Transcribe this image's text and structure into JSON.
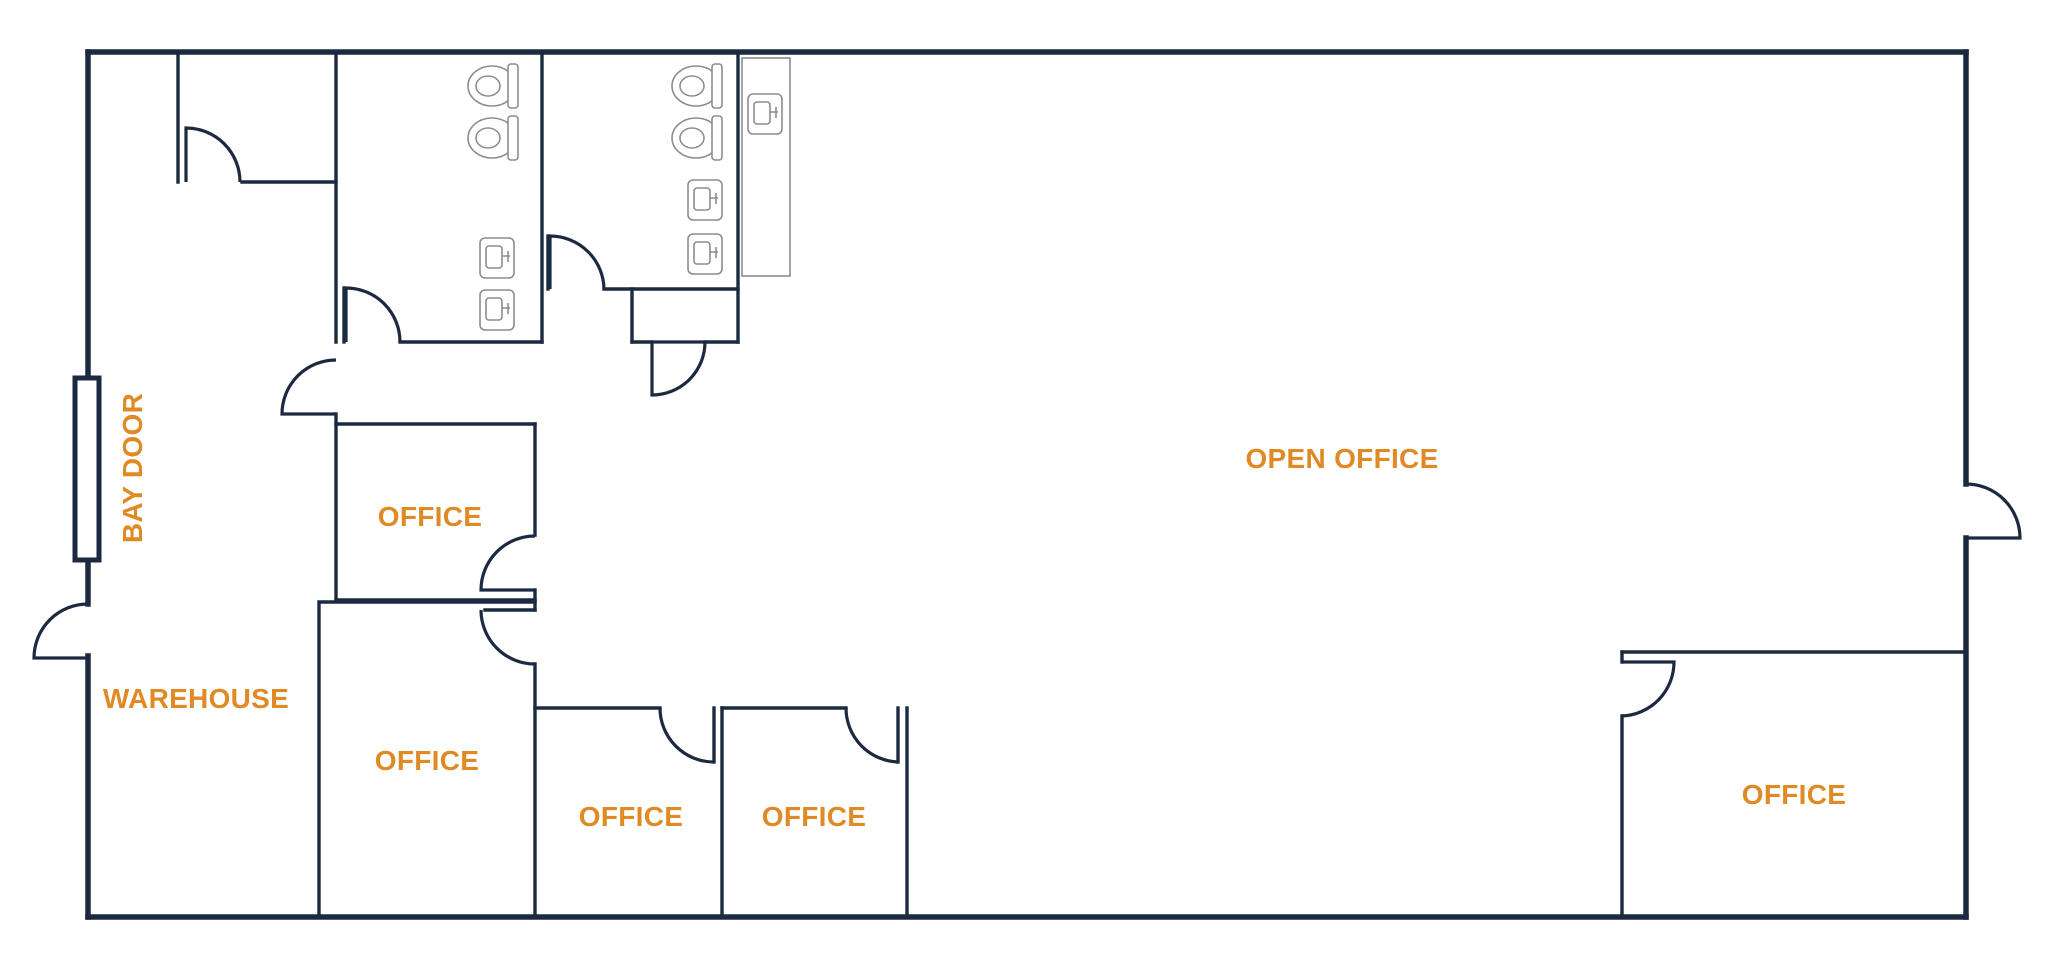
{
  "colors": {
    "wall": "#1b2a41",
    "label": "#e08a25",
    "fixture": "#8a8d91",
    "background": "#ffffff"
  },
  "rooms": {
    "bay_door": "BAY DOOR",
    "warehouse": "WAREHOUSE",
    "open_office": "OPEN OFFICE",
    "office_west_upper": "OFFICE",
    "office_west_lower": "OFFICE",
    "office_south_1": "OFFICE",
    "office_south_2": "OFFICE",
    "office_east": "OFFICE"
  },
  "fixtures": {
    "toilet_icon": "toilet-icon",
    "sink_icon": "sink-icon"
  }
}
